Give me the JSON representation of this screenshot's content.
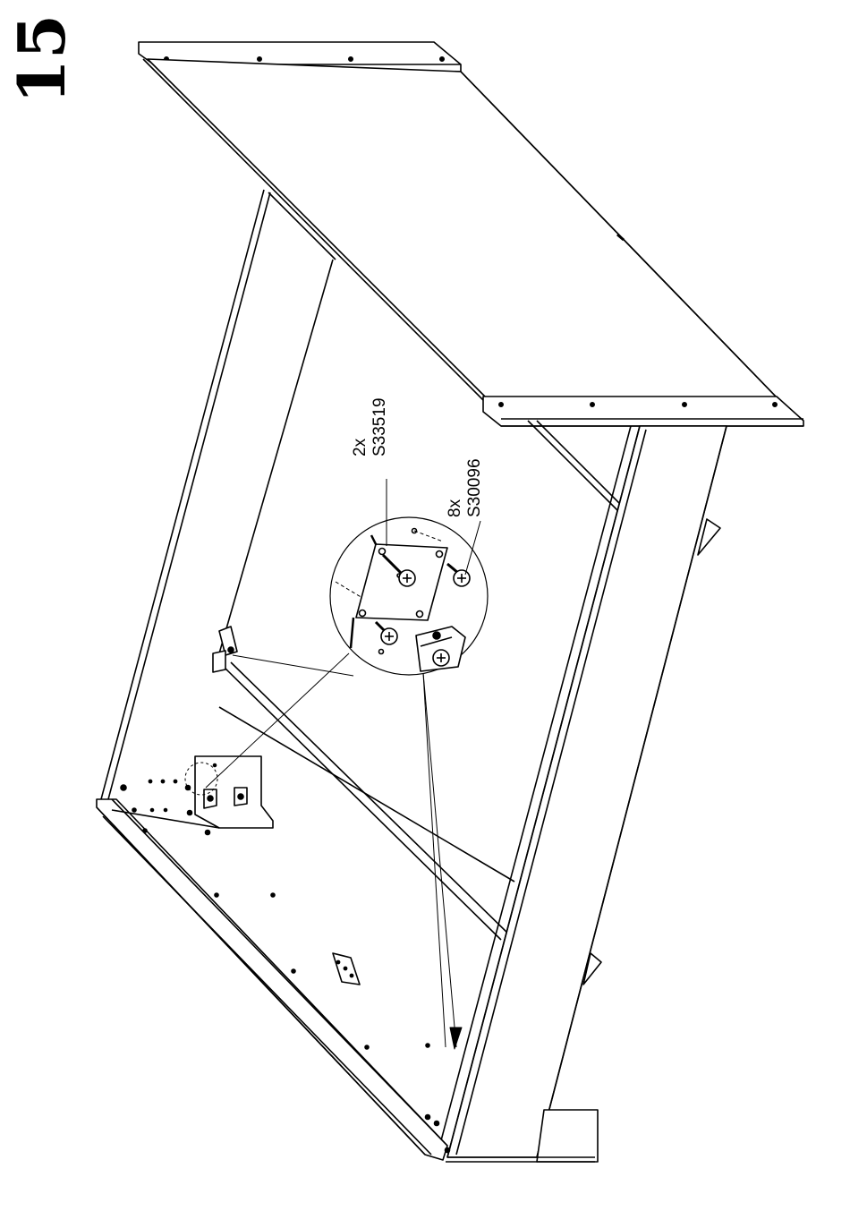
{
  "step": {
    "number": "15"
  },
  "parts": [
    {
      "quantity": "2x",
      "code": "S33519"
    },
    {
      "quantity": "8x",
      "code": "S30096"
    }
  ]
}
